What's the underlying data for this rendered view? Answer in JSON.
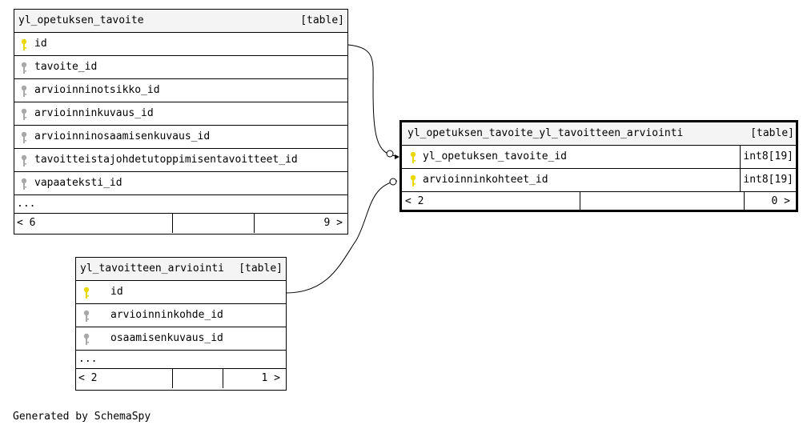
{
  "tables": {
    "tavoite": {
      "name": "yl_opetuksen_tavoite",
      "tag": "[table]",
      "columns": [
        {
          "name": "id",
          "key": "primary"
        },
        {
          "name": "tavoite_id",
          "key": "foreign"
        },
        {
          "name": "arvioinninotsikko_id",
          "key": "foreign"
        },
        {
          "name": "arvioinninkuvaus_id",
          "key": "foreign"
        },
        {
          "name": "arvioinninosaamisenkuvaus_id",
          "key": "foreign"
        },
        {
          "name": "tavoitteistajohdetutoppimisentavoitteet_id",
          "key": "foreign"
        },
        {
          "name": "vapaateksti_id",
          "key": "foreign"
        }
      ],
      "more": "...",
      "footer_left": "< 6",
      "footer_right": "9 >"
    },
    "join": {
      "name": "yl_opetuksen_tavoite_yl_tavoitteen_arviointi",
      "tag": "[table]",
      "columns": [
        {
          "name": "yl_opetuksen_tavoite_id",
          "type": "int8[19]",
          "key": "primary"
        },
        {
          "name": "arvioinninkohteet_id",
          "type": "int8[19]",
          "key": "primary"
        }
      ],
      "footer_left": "< 2",
      "footer_right": "0 >"
    },
    "arviointi": {
      "name": "yl_tavoitteen_arviointi",
      "tag": "[table]",
      "columns": [
        {
          "name": "id",
          "key": "primary"
        },
        {
          "name": "arvioinninkohde_id",
          "key": "foreign"
        },
        {
          "name": "osaamisenkuvaus_id",
          "key": "foreign"
        }
      ],
      "more": "...",
      "footer_left": "< 2",
      "footer_right": "1 >"
    }
  },
  "colors": {
    "primary_key": "#e8d800",
    "foreign_key": "#a8a8a8",
    "header_bg": "#f4f4f4"
  },
  "footer": "Generated by SchemaSpy"
}
